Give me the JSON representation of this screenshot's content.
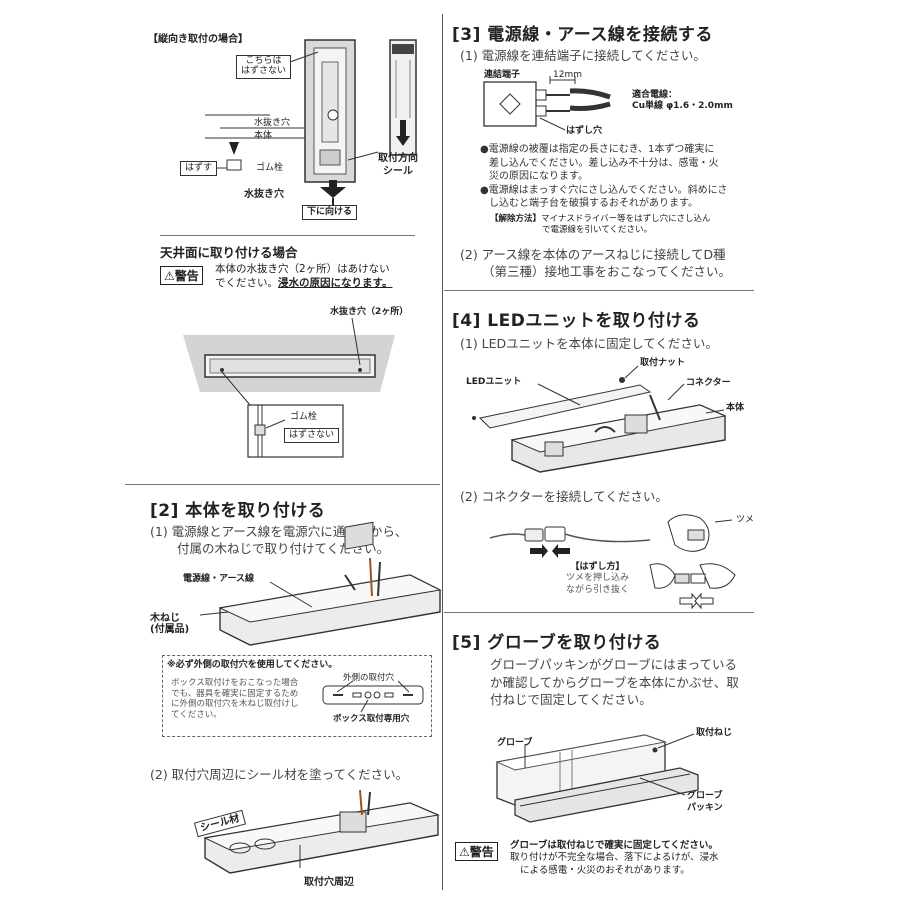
{
  "vertical": {
    "heading": "【縦向き取付の場合】",
    "label_kochira": "こちらは",
    "label_hazusanai": "はずさない",
    "label_mizunuki": "水抜き穴",
    "label_hontai": "本体",
    "label_hazusu": "はずす",
    "label_gomusen": "ゴム栓",
    "label_mizunuki2": "水抜き穴",
    "label_shita": "下に向ける",
    "label_seal1": "取付方向",
    "label_seal2": "シール"
  },
  "ceiling": {
    "heading": "天井面に取り付ける場合",
    "warn_badge": "警告",
    "warn_line1": "本体の水抜き穴（2ヶ所）はあけない",
    "warn_line2_a": "でください。",
    "warn_line2_b": "浸水の原因になります。",
    "label_mizunuki": "水抜き穴（2ヶ所）",
    "label_gomusen": "ゴム栓",
    "label_hazusanai": "はずさない"
  },
  "sec2": {
    "title": "[2]  本体を取り付ける",
    "step1_line1": "(1) 電源線とアース線を電源穴に通してから、",
    "step1_line2": "付属の木ねじで取り付けてください。",
    "label_power": "電源線・アース線",
    "label_screw1": "木ねじ",
    "label_screw2": "(付属品)",
    "note_title": "※必ず外側の取付穴を使用してください。",
    "note_body1": "ボックス取付けをおこなった場合",
    "note_body2": "でも、器具を確実に固定するため",
    "note_body3": "に外側の取付穴を木ねじ取付けし",
    "note_body4": "てください。",
    "label_outer": "外側の取付穴",
    "label_box": "ボックス取付専用穴",
    "step2": "(2) 取付穴周辺にシール材を塗ってください。",
    "label_seal": "シール材",
    "label_around": "取付穴周辺"
  },
  "sec3": {
    "title": "[3]  電源線・アース線を接続する",
    "step1": "(1) 電源線を連結端子に接続してください。",
    "label_terminal": "連結端子",
    "label_12mm": "12mm",
    "label_wire1": "適合電線：",
    "label_wire2": "Cu単線 φ1.6・2.0mm",
    "label_release": "はずし穴",
    "bullet1_l1": "●電源線の被覆は指定の長さにむき、1本ずつ確実に",
    "bullet1_l2": "差し込んでください。差し込み不十分は、感電・火",
    "bullet1_l3": "災の原因になります。",
    "bullet2_l1": "●電源線はまっすぐ穴にさし込んでください。斜めにさ",
    "bullet2_l2": "し込むと端子台を破損するおそれがあります。",
    "release_title": "【解除方法】",
    "release_l1": "マイナスドライバー等をはずし穴にさし込ん",
    "release_l2": "で電源線を引いてください。",
    "step2_l1": "(2) アース線を本体のアースねじに接続してD種",
    "step2_l2": "（第三種）接地工事をおこなってください。"
  },
  "sec4": {
    "title": "[4]  LEDユニットを取り付ける",
    "step1": "(1) LEDユニットを本体に固定してください。",
    "label_nut": "取付ナット",
    "label_led": "LEDユニット",
    "label_connector": "コネクター",
    "label_body": "本体",
    "step2": "(2) コネクターを接続してください。",
    "label_tsume": "ツメ",
    "howto_title": "【はずし方】",
    "howto_l1": "ツメを押し込み",
    "howto_l2": "ながら引き抜く"
  },
  "sec5": {
    "title": "[5]  グローブを取り付ける",
    "body_l1": "グローブパッキンがグローブにはまっている",
    "body_l2": "か確認してからグローブを本体にかぶせ、取",
    "body_l3": "付ねじで固定してください。",
    "label_globe": "グローブ",
    "label_screw": "取付ねじ",
    "label_packing1": "グローブ",
    "label_packing2": "パッキン",
    "warn_badge": "警告",
    "warn_l1": "グローブは取付ねじで確実に固定してください。",
    "warn_l2": "取り付けが不完全な場合、落下によるけが、浸水",
    "warn_l3": "による感電・火災のおそれがあります。"
  }
}
